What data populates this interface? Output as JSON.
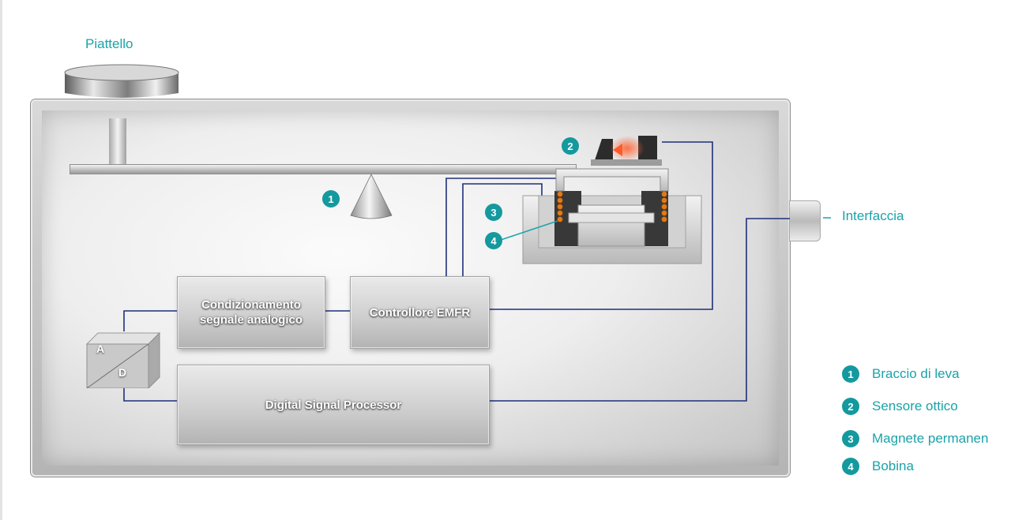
{
  "labels": {
    "plate": "Piattello",
    "interface": "Interfaccia"
  },
  "blocks": {
    "conditioning_line1": "Condizionamento",
    "conditioning_line2": "segnale analogico",
    "controller": "Controllore EMFR",
    "dsp": "Digital Signal Processor",
    "adc_a": "A",
    "adc_d": "D"
  },
  "markers": [
    {
      "number": "1"
    },
    {
      "number": "2"
    },
    {
      "number": "3"
    },
    {
      "number": "4"
    }
  ],
  "legend": [
    {
      "number": "1",
      "text": "Braccio di leva"
    },
    {
      "number": "2",
      "text": "Sensore ottico"
    },
    {
      "number": "3",
      "text": "Magnete permanen"
    },
    {
      "number": "4",
      "text": "Bobina"
    }
  ],
  "colors": {
    "accent": "#1aa3a8",
    "marker": "#14999e",
    "wire": "#1f2f7a",
    "coil": "#e07a1a",
    "sensor_beam": "#ff6a3d"
  }
}
